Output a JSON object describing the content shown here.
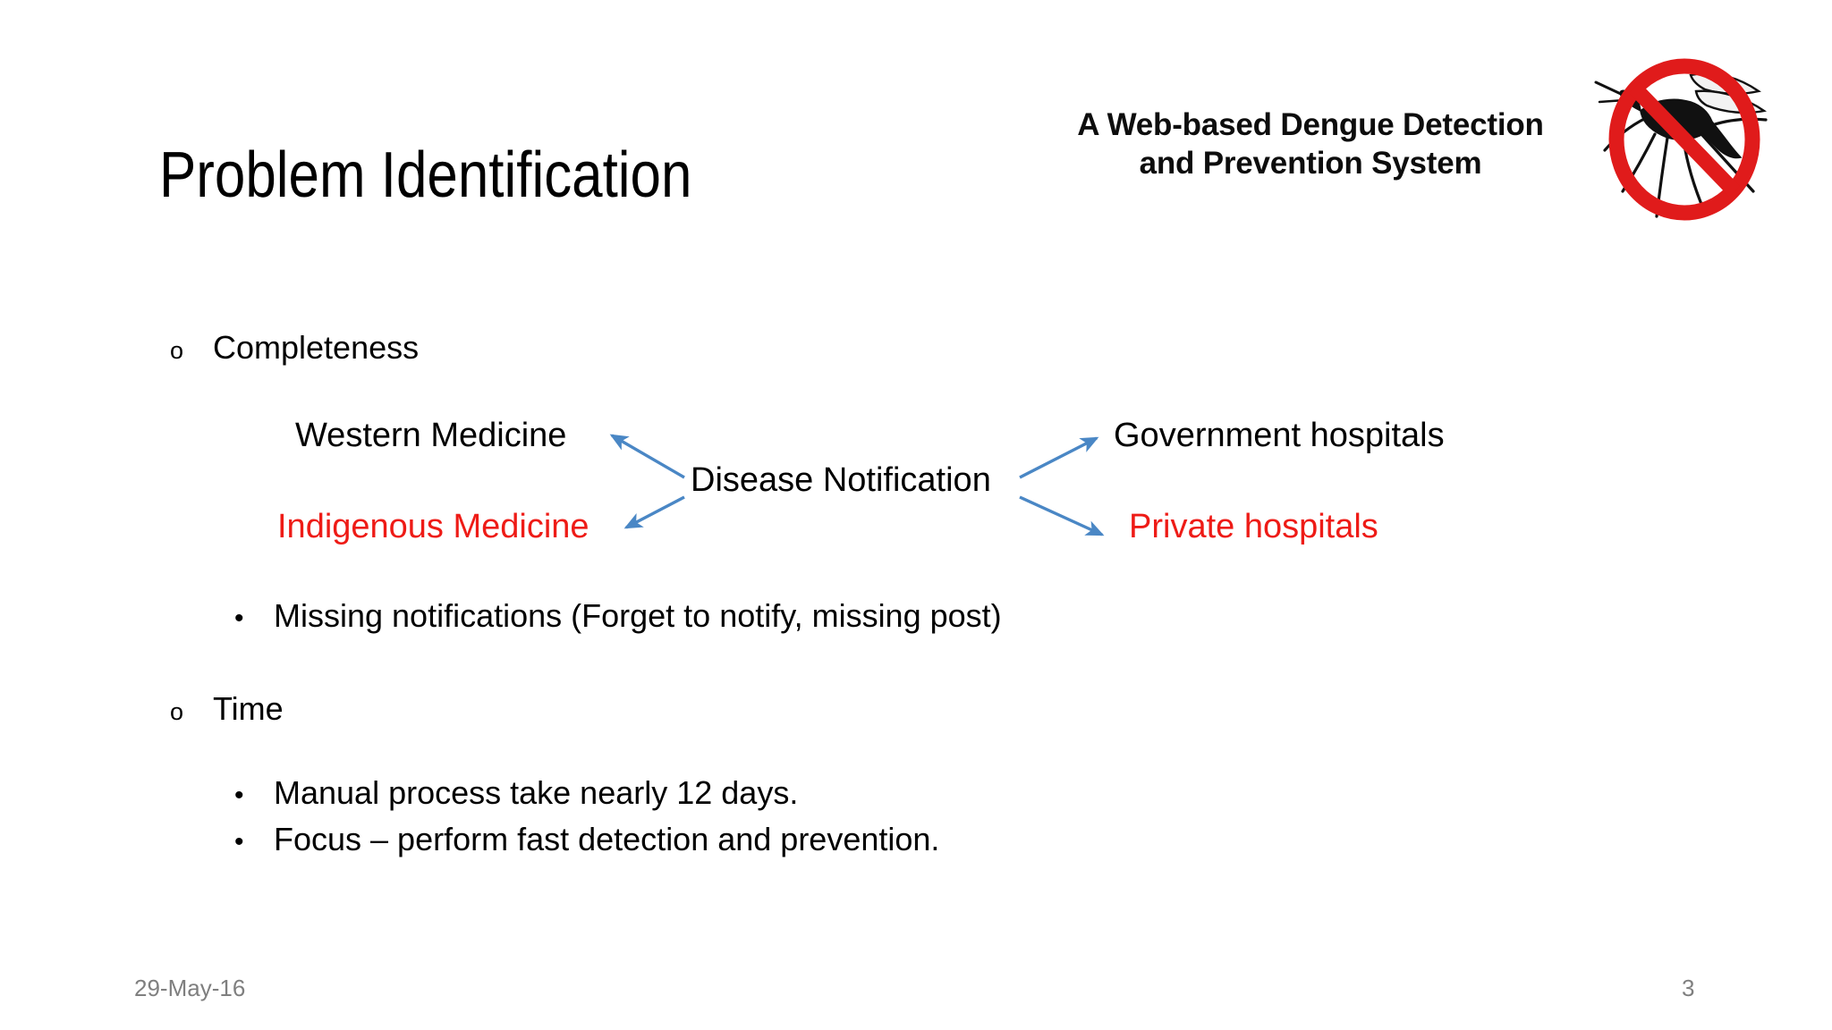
{
  "slide": {
    "title": "Problem Identification",
    "background_color": "#ffffff"
  },
  "header": {
    "line1": "A Web-based Dengue Detection",
    "line2": "and Prevention System",
    "logo_icon": "no-mosquito-icon",
    "logo_colors": {
      "ring": "#e01b1b",
      "mosquito": "#111111"
    }
  },
  "body": {
    "sections": [
      {
        "marker": "o",
        "heading": "Completeness",
        "bullets": [
          {
            "dot": "•",
            "text": "Missing notifications (Forget to notify, missing post)"
          }
        ]
      },
      {
        "marker": "o",
        "heading": "Time",
        "bullets": [
          {
            "dot": "•",
            "text": "Manual process take nearly 12 days."
          },
          {
            "dot": "•",
            "text": "Focus – perform fast detection and prevention."
          }
        ]
      }
    ]
  },
  "diagram": {
    "center_node": "Disease Notification",
    "arrow_color": "#4a87c5",
    "nodes": [
      {
        "label": "Western Medicine",
        "color": "#000000",
        "side": "left",
        "position": "top"
      },
      {
        "label": "Indigenous Medicine",
        "color": "#ee1b16",
        "side": "left",
        "position": "bottom"
      },
      {
        "label": "Government hospitals",
        "color": "#000000",
        "side": "right",
        "position": "top"
      },
      {
        "label": "Private hospitals",
        "color": "#ee1b16",
        "side": "right",
        "position": "bottom"
      }
    ]
  },
  "footer": {
    "date": "29-May-16",
    "page_number": "3"
  }
}
